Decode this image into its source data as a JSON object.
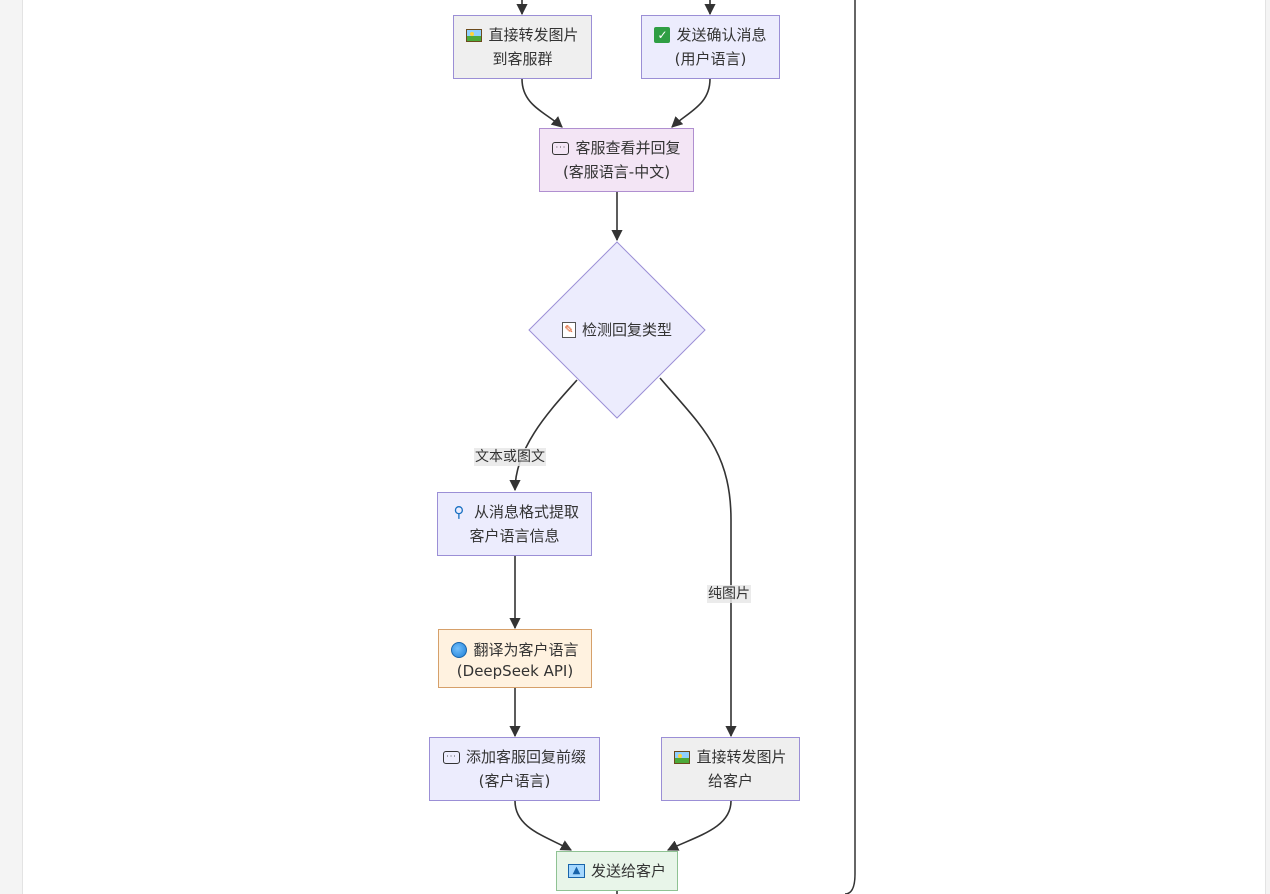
{
  "diagram": {
    "nodes": {
      "forward_image_group": {
        "icon": "framed-picture-icon",
        "line1": "直接转发图片",
        "line2": "到客服群"
      },
      "send_confirmation": {
        "icon": "check-mark-icon",
        "line1": "发送确认消息",
        "line2": "(用户语言)"
      },
      "agent_reply": {
        "icon": "speech-bubble-icon",
        "line1": "客服查看并回复",
        "line2": "(客服语言-中文)"
      },
      "detect_reply_type": {
        "icon": "memo-icon",
        "line1": "检测回复类型"
      },
      "extract_language": {
        "icon": "magnifier-icon",
        "line1": "从消息格式提取",
        "line2": "客户语言信息"
      },
      "translate": {
        "icon": "globe-icon",
        "line1": "翻译为客户语言",
        "line2": "(DeepSeek API)"
      },
      "add_prefix": {
        "icon": "speech-bubble-icon",
        "line1": "添加客服回复前缀",
        "line2": "(客户语言)"
      },
      "forward_image_customer": {
        "icon": "framed-picture-icon",
        "line1": "直接转发图片",
        "line2": "给客户"
      },
      "send_to_customer": {
        "icon": "outbox-tray-icon",
        "line1": "发送给客户"
      }
    },
    "edge_labels": {
      "text_or_mixed": "文本或图文",
      "image_only": "纯图片"
    }
  },
  "colors": {
    "edge": "#333333",
    "node_border": "#9b8fd6",
    "grey_fill": "#efefef",
    "lavender_fill": "#ececfd",
    "pink_fill": "#f3e5f5",
    "orange_fill": "#fff2e0",
    "green_fill": "#e8f5e9"
  }
}
